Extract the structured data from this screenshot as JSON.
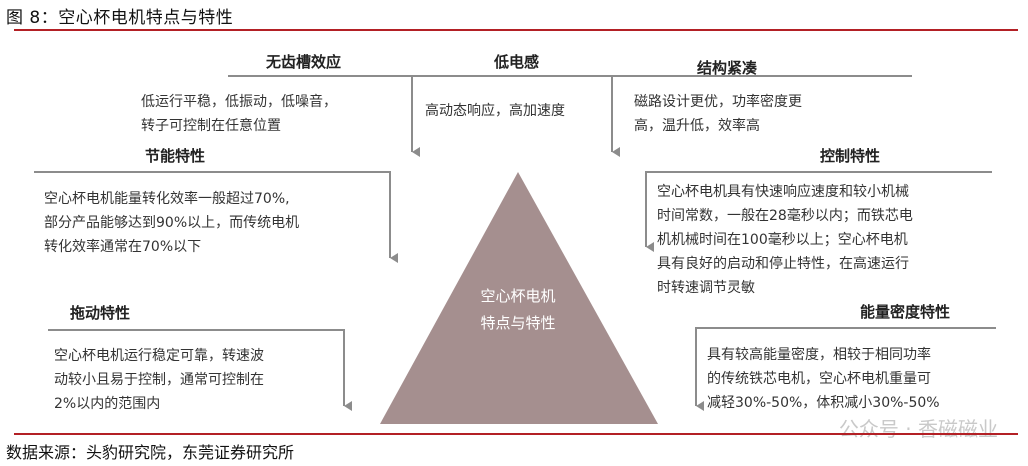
{
  "figure_title": "图    8：空心杯电机特点与特性",
  "top": {
    "left_heading": "无齿槽效应",
    "left_text_1": "低运行平稳，低振动，低噪音，",
    "left_text_2": "转子可控制在任意位置",
    "center_heading": "低电感",
    "center_text": "高动态响应，高加速度",
    "right_heading": "结构紧凑",
    "right_text_1": "磁路设计更优，功率密度更",
    "right_text_2": "高，温升低，效率高"
  },
  "center": {
    "line1": "空心杯电机",
    "line2": "特点与特性"
  },
  "energy_saving": {
    "heading": "节能特性",
    "line1": "空心杯电机能量转化效率一般超过70%,",
    "line2": "部分产品能够达到90%以上，而传统电机",
    "line3": "转化效率通常在70%以下"
  },
  "control": {
    "heading": "控制特性",
    "line1": "空心杯电机具有快速响应速度和较小机械",
    "line2": "时间常数，一般在28毫秒以内；而铁芯电",
    "line3": "机机械时间在100毫秒以上；空心杯电机",
    "line4": "具有良好的启动和停止特性，在高速运行",
    "line5": "时转速调节灵敏"
  },
  "drag": {
    "heading": "拖动特性",
    "line1": "空心杯电机运行稳定可靠，转速波",
    "line2": "动较小且易于控制，通常可控制在",
    "line3": "2%以内的范围内"
  },
  "energy_density": {
    "heading": "能量密度特性",
    "line1": "具有较高能量密度，相较于相同功率",
    "line2": "的传统铁芯电机，空心杯电机重量可",
    "line3": "减轻30%-50%，体积减小30%-50%"
  },
  "source": "数据来源：头豹研究院，东莞证券研究所",
  "watermark": "公众号 · 香磁磁业",
  "colors": {
    "accent_red": "#b32025",
    "triangle": "#a58f8f",
    "line_gray": "#8c8c8c"
  }
}
